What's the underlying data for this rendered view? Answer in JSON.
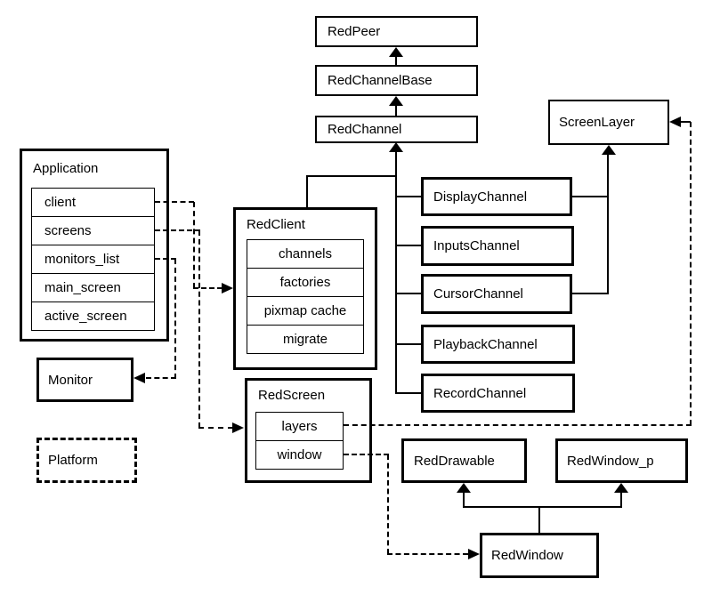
{
  "nodes": {
    "red_peer": {
      "label": "RedPeer"
    },
    "red_channel_base": {
      "label": "RedChannelBase"
    },
    "red_channel": {
      "label": "RedChannel"
    },
    "screen_layer": {
      "label": "ScreenLayer"
    },
    "display_channel": {
      "label": "DisplayChannel"
    },
    "inputs_channel": {
      "label": "InputsChannel"
    },
    "cursor_channel": {
      "label": "CursorChannel"
    },
    "playback_channel": {
      "label": "PlaybackChannel"
    },
    "record_channel": {
      "label": "RecordChannel"
    },
    "application": {
      "label": "Application",
      "rows": [
        "client",
        "screens",
        "monitors_list",
        "main_screen",
        "active_screen"
      ]
    },
    "red_client": {
      "label": "RedClient",
      "rows": [
        "channels",
        "factories",
        "pixmap cache",
        "migrate"
      ]
    },
    "monitor": {
      "label": "Monitor"
    },
    "platform": {
      "label": "Platform"
    },
    "red_screen": {
      "label": "RedScreen",
      "rows": [
        "layers",
        "window"
      ]
    },
    "red_drawable": {
      "label": "RedDrawable"
    },
    "red_window_p": {
      "label": "RedWindow_p"
    },
    "red_window": {
      "label": "RedWindow"
    }
  },
  "edges": [
    {
      "from": "RedChannelBase",
      "to": "RedPeer",
      "type": "inheritance"
    },
    {
      "from": "RedChannel",
      "to": "RedChannelBase",
      "type": "inheritance"
    },
    {
      "from": "RedClient",
      "to": "RedChannel",
      "type": "inheritance"
    },
    {
      "from": "DisplayChannel",
      "to": "RedChannel",
      "type": "inheritance"
    },
    {
      "from": "InputsChannel",
      "to": "RedChannel",
      "type": "inheritance"
    },
    {
      "from": "CursorChannel",
      "to": "RedChannel",
      "type": "inheritance"
    },
    {
      "from": "PlaybackChannel",
      "to": "RedChannel",
      "type": "inheritance"
    },
    {
      "from": "RecordChannel",
      "to": "RedChannel",
      "type": "inheritance"
    },
    {
      "from": "DisplayChannel",
      "to": "ScreenLayer",
      "type": "inheritance"
    },
    {
      "from": "CursorChannel",
      "to": "ScreenLayer",
      "type": "inheritance"
    },
    {
      "from": "RedWindow",
      "to": "RedDrawable",
      "type": "inheritance"
    },
    {
      "from": "RedWindow",
      "to": "RedWindow_p",
      "type": "inheritance"
    },
    {
      "from": "Application.client",
      "to": "RedClient",
      "type": "association"
    },
    {
      "from": "Application.screens",
      "to": "RedScreen",
      "type": "association"
    },
    {
      "from": "Application.monitors_list",
      "to": "Monitor",
      "type": "association"
    },
    {
      "from": "RedScreen.layers",
      "to": "ScreenLayer",
      "type": "association"
    },
    {
      "from": "RedScreen.window",
      "to": "RedWindow",
      "type": "association"
    }
  ],
  "colors": {
    "line": "#000000",
    "background": "#ffffff",
    "box_fill": "#ffffff",
    "text": "#000000"
  }
}
